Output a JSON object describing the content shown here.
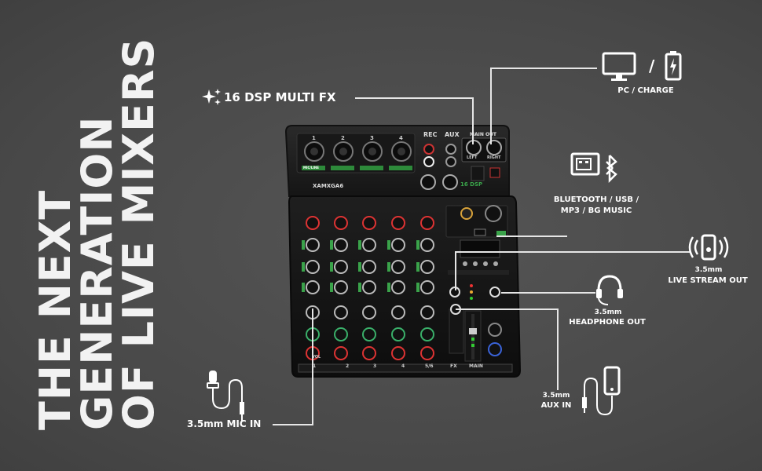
{
  "headline": {
    "line1": "THE NEXT",
    "line2": "GENERATION",
    "line3": "OF LIVE MIXERS"
  },
  "callouts": {
    "dsp": "16 DSP MULTI FX",
    "pc_slash": "/",
    "pc": "PC / CHARGE",
    "bluetooth_line1": "BLUETOOTH / USB /",
    "bluetooth_line2": "MP3 / BG MUSIC",
    "livestream_line1": "3.5mm",
    "livestream_line2": "LIVE STREAM OUT",
    "headphone_line1": "3.5mm",
    "headphone_line2": "HEADPHONE OUT",
    "aux_line1": "3.5mm",
    "aux_line2": "AUX IN",
    "mic": "3.5mm MIC IN"
  },
  "mixer": {
    "brand": "XAMXGA6",
    "channel_numbers": [
      "1",
      "2",
      "3",
      "4"
    ],
    "rec": "REC",
    "aux": "AUX",
    "main_out": "MAIN OUT",
    "left": "LEFT",
    "right": "RIGHT",
    "mic_line": "MIC/LINE",
    "dsp_badge": "16 DSP",
    "fader_labels": [
      "1",
      "2",
      "3",
      "4",
      "5/6",
      "FX",
      "MAIN"
    ],
    "vol": "VOL"
  }
}
